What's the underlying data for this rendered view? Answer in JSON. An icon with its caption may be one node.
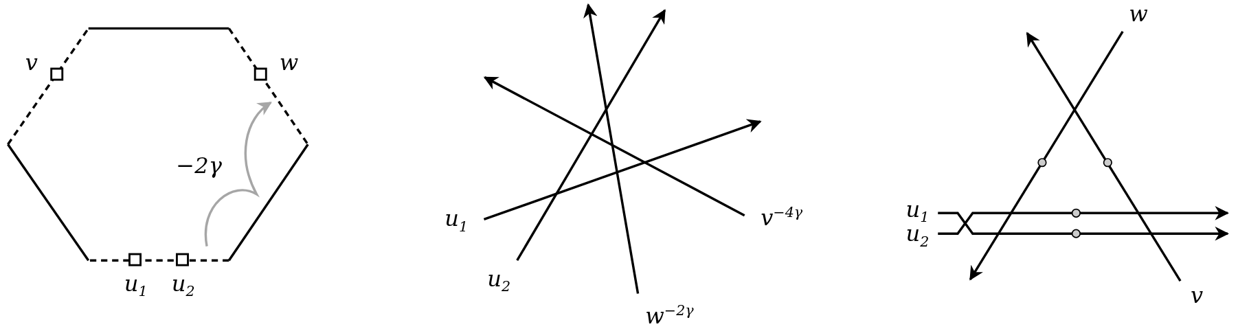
{
  "diagram": {
    "labels": [
      "v",
      "w",
      "−2γ",
      "u$_{1}$",
      "u$_{2}$",
      "u$_{1}$",
      "u$_{2}$",
      "w$^{−2γ}$",
      "v$^{−4γ}$",
      "w",
      "u$_{1}$",
      "u$_{2}$",
      "v"
    ]
  }
}
